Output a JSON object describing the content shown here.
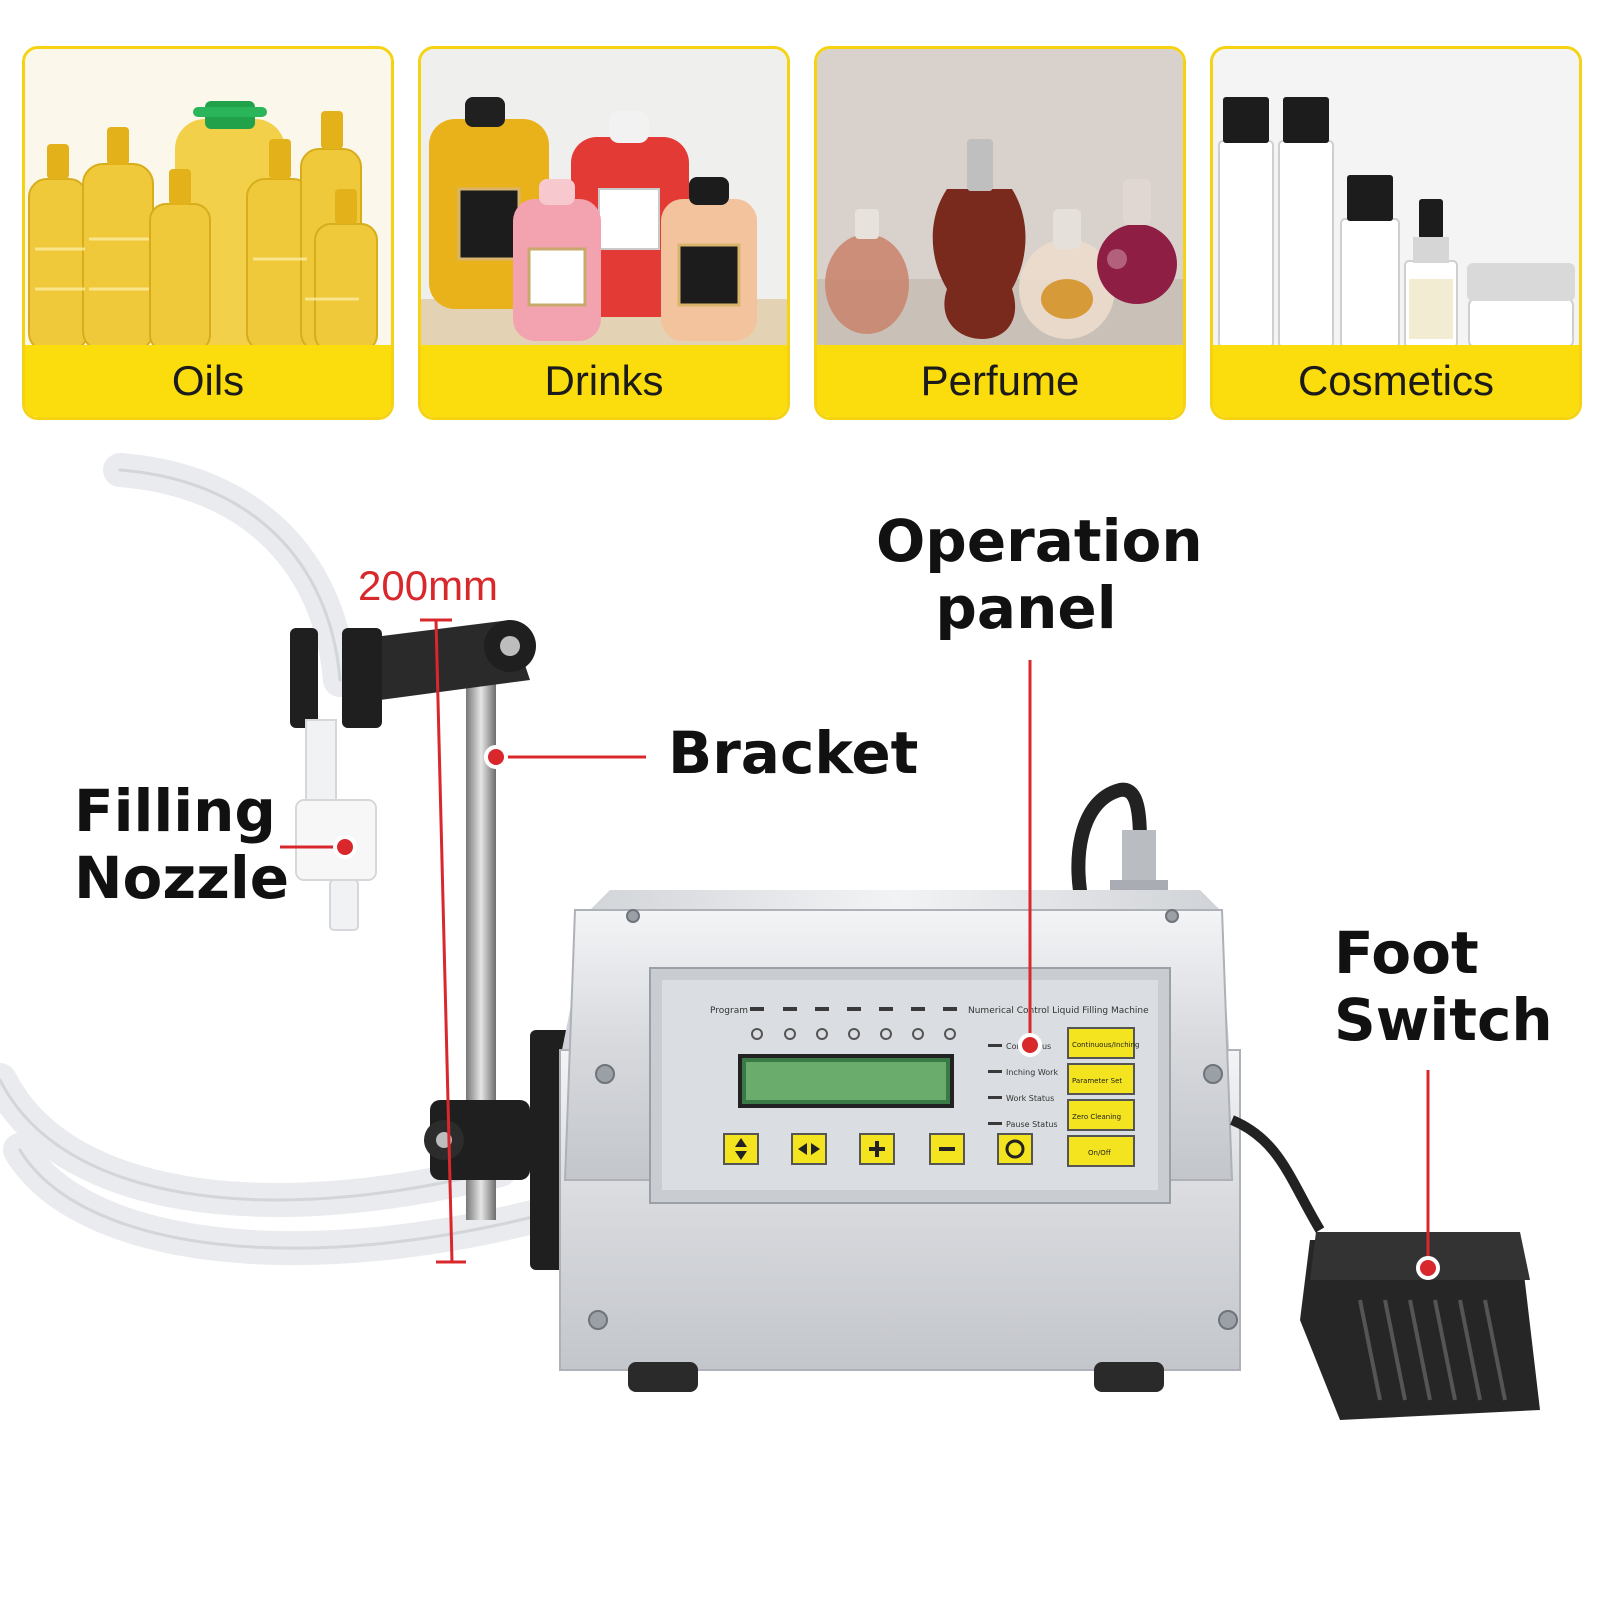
{
  "categories": [
    {
      "label": "Oils",
      "icon": "oil-bottles-photo"
    },
    {
      "label": "Drinks",
      "icon": "drink-bottles-photo"
    },
    {
      "label": "Perfume",
      "icon": "perfume-bottles-photo"
    },
    {
      "label": "Cosmetics",
      "icon": "cosmetic-bottles-photo"
    }
  ],
  "callouts": {
    "operation_panel_line1": "Operation",
    "operation_panel_line2": "panel",
    "bracket": "Bracket",
    "filling_line1": "Filling",
    "filling_line2": "Nozzle",
    "foot_line1": "Foot",
    "foot_line2": "Switch",
    "height": "200mm"
  },
  "panel": {
    "program": "Program",
    "title": "Numerical Control Liquid Filling Machine",
    "status": [
      "Continuous",
      "Inching Work",
      "Work Status",
      "Pause Status"
    ],
    "buttons": [
      "Continuous/Inching",
      "Parameter Set",
      "Zero Cleaning",
      "On/Off"
    ]
  },
  "colors": {
    "accent_yellow": "#fbdc0c",
    "callout_red": "#d8282c"
  }
}
